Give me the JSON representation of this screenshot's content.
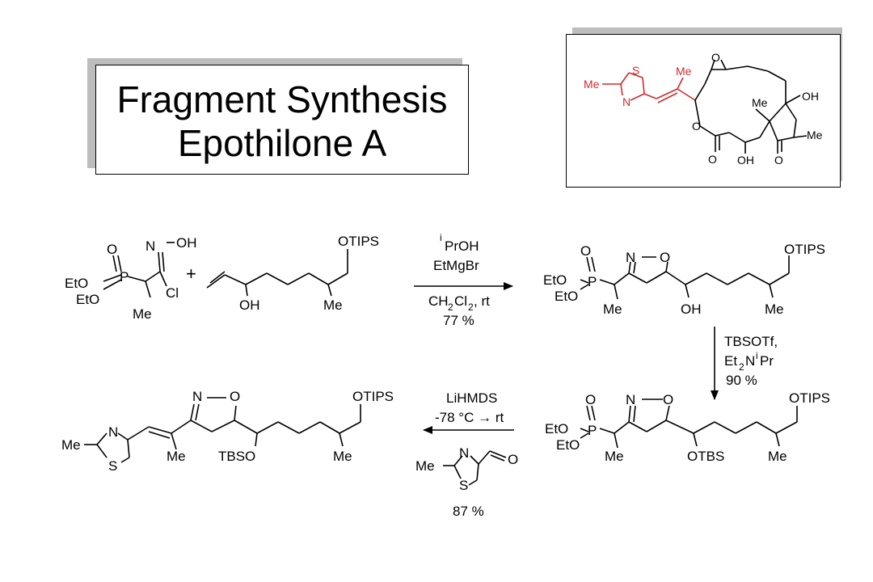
{
  "title": {
    "line1": "Fragment Synthesis",
    "line2": "Epothilone A"
  },
  "colors": {
    "highlight": "#d22a2a",
    "shadow": "#bdbdbd",
    "ink": "#000000"
  },
  "target_structure": {
    "labels": {
      "me_left": "Me",
      "ring_s": "S",
      "ring_n": "N",
      "me_top": "Me",
      "epoxide_o": "O",
      "hydroxyl": "OH",
      "me_mid": "Me",
      "me_right": "Me",
      "ester_o": "O",
      "carbonyl_o1": "O",
      "oh_bottom": "OH",
      "carbonyl_o2": "O"
    }
  },
  "scheme": {
    "step1": {
      "reagents": {
        "iPrOH_i": "i",
        "iPrOH": "PrOH",
        "grignard": "EtMgBr",
        "solvent_a": "CH",
        "solvent_sub": "2",
        "solvent_b": "Cl",
        "solvent_sub2": "2",
        "solvent_c": ", rt",
        "yield": "77 %"
      }
    },
    "step2": {
      "reagents": {
        "tbsotf": "TBSOTf,",
        "base_a": "Et",
        "base_sub": "2",
        "base_b": "N",
        "base_sup": "i",
        "base_c": "Pr",
        "yield": "90 %"
      }
    },
    "step3": {
      "reagents": {
        "base": "LiHMDS",
        "conditions": "-78 °C → rt",
        "yield": "87 %"
      }
    },
    "plus": "+",
    "sm1": {
      "oxime_n": "N",
      "oxime_oh": "OH",
      "p": "P",
      "p_o": "O",
      "eto1": "EtO",
      "eto2": "EtO",
      "cl": "Cl",
      "me": "Me"
    },
    "sm2": {
      "otips": "OTIPS",
      "oh": "OH",
      "me": "Me"
    },
    "prod1": {
      "n": "N",
      "o": "O",
      "p": "P",
      "p_o": "O",
      "eto1": "EtO",
      "eto2": "EtO",
      "me": "Me",
      "oh": "OH",
      "me2": "Me",
      "otips": "OTIPS"
    },
    "prod2": {
      "n": "N",
      "o": "O",
      "p": "P",
      "p_o": "O",
      "eto1": "EtO",
      "eto2": "EtO",
      "me": "Me",
      "otbs": "OTBS",
      "me2": "Me",
      "otips": "OTIPS"
    },
    "aldehyde": {
      "me": "Me",
      "n": "N",
      "s": "S",
      "o": "O"
    },
    "final": {
      "me_thz": "Me",
      "n_thz": "N",
      "s_thz": "S",
      "me_vinyl": "Me",
      "n": "N",
      "o": "O",
      "tbso": "TBSO",
      "me2": "Me",
      "otips": "OTIPS"
    }
  }
}
